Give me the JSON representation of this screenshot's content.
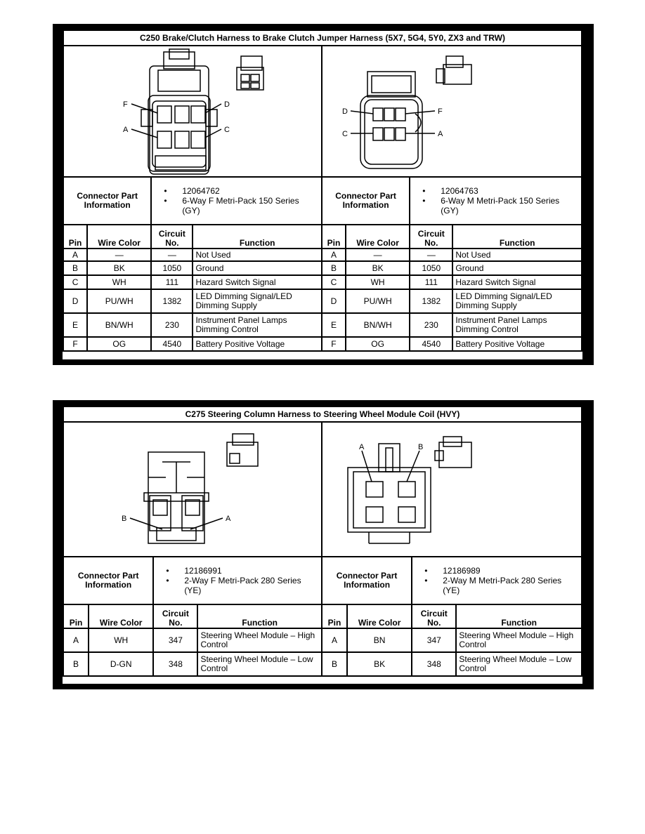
{
  "c250": {
    "title": "C250 Brake/Clutch Harness to Brake Clutch Jumper Harness (5X7, 5G4, 5Y0, ZX3 and TRW)",
    "left": {
      "label": "Connector Part Information",
      "info": [
        "12064762",
        "6-Way F Metri-Pack 150 Series (GY)"
      ],
      "pin_labels": {
        "F": "F",
        "D": "D",
        "A": "A",
        "C": "C"
      }
    },
    "right": {
      "label": "Connector Part Information",
      "info": [
        "12064763",
        "6-Way M Metri-Pack 150 Series (GY)"
      ],
      "pin_labels": {
        "D": "D",
        "F": "F",
        "C": "C",
        "A": "A"
      }
    },
    "headers": {
      "pin": "Pin",
      "wire": "Wire Color",
      "circuit": "Circuit No.",
      "function": "Function"
    },
    "left_rows": [
      {
        "pin": "A",
        "wire": "—",
        "circuit": "—",
        "function": "Not Used"
      },
      {
        "pin": "B",
        "wire": "BK",
        "circuit": "1050",
        "function": "Ground"
      },
      {
        "pin": "C",
        "wire": "WH",
        "circuit": "111",
        "function": "Hazard Switch Signal"
      },
      {
        "pin": "D",
        "wire": "PU/WH",
        "circuit": "1382",
        "function": "LED Dimming Signal/LED Dimming Supply"
      },
      {
        "pin": "E",
        "wire": "BN/WH",
        "circuit": "230",
        "function": "Instrument Panel Lamps Dimming Control"
      },
      {
        "pin": "F",
        "wire": "OG",
        "circuit": "4540",
        "function": "Battery Positive Voltage"
      }
    ],
    "right_rows": [
      {
        "pin": "A",
        "wire": "—",
        "circuit": "—",
        "function": "Not Used"
      },
      {
        "pin": "B",
        "wire": "BK",
        "circuit": "1050",
        "function": "Ground"
      },
      {
        "pin": "C",
        "wire": "WH",
        "circuit": "111",
        "function": "Hazard Switch Signal"
      },
      {
        "pin": "D",
        "wire": "PU/WH",
        "circuit": "1382",
        "function": "LED Dimming Signal/LED Dimming Supply"
      },
      {
        "pin": "E",
        "wire": "BN/WH",
        "circuit": "230",
        "function": "Instrument Panel Lamps Dimming Control"
      },
      {
        "pin": "F",
        "wire": "OG",
        "circuit": "4540",
        "function": "Battery Positive Voltage"
      }
    ]
  },
  "c275": {
    "title": "C275 Steering Column Harness to Steering Wheel Module Coil (HVY)",
    "left": {
      "label": "Connector Part Information",
      "info": [
        "12186991",
        "2-Way F Metri-Pack 280 Series (YE)"
      ],
      "pin_labels": {
        "B": "B",
        "A": "A"
      }
    },
    "right": {
      "label": "Connector Part Information",
      "info": [
        "12186989",
        "2-Way M Metri-Pack 280 Series (YE)"
      ],
      "pin_labels": {
        "A": "A",
        "B": "B"
      }
    },
    "headers": {
      "pin": "Pin",
      "wire": "Wire Color",
      "circuit": "Circuit No.",
      "function": "Function"
    },
    "left_rows": [
      {
        "pin": "A",
        "wire": "WH",
        "circuit": "347",
        "function": "Steering Wheel Module – High Control"
      },
      {
        "pin": "B",
        "wire": "D-GN",
        "circuit": "348",
        "function": "Steering Wheel Module – Low Control"
      }
    ],
    "right_rows": [
      {
        "pin": "A",
        "wire": "BN",
        "circuit": "347",
        "function": "Steering Wheel Module – High Control"
      },
      {
        "pin": "B",
        "wire": "BK",
        "circuit": "348",
        "function": "Steering Wheel Module – Low Control"
      }
    ]
  }
}
